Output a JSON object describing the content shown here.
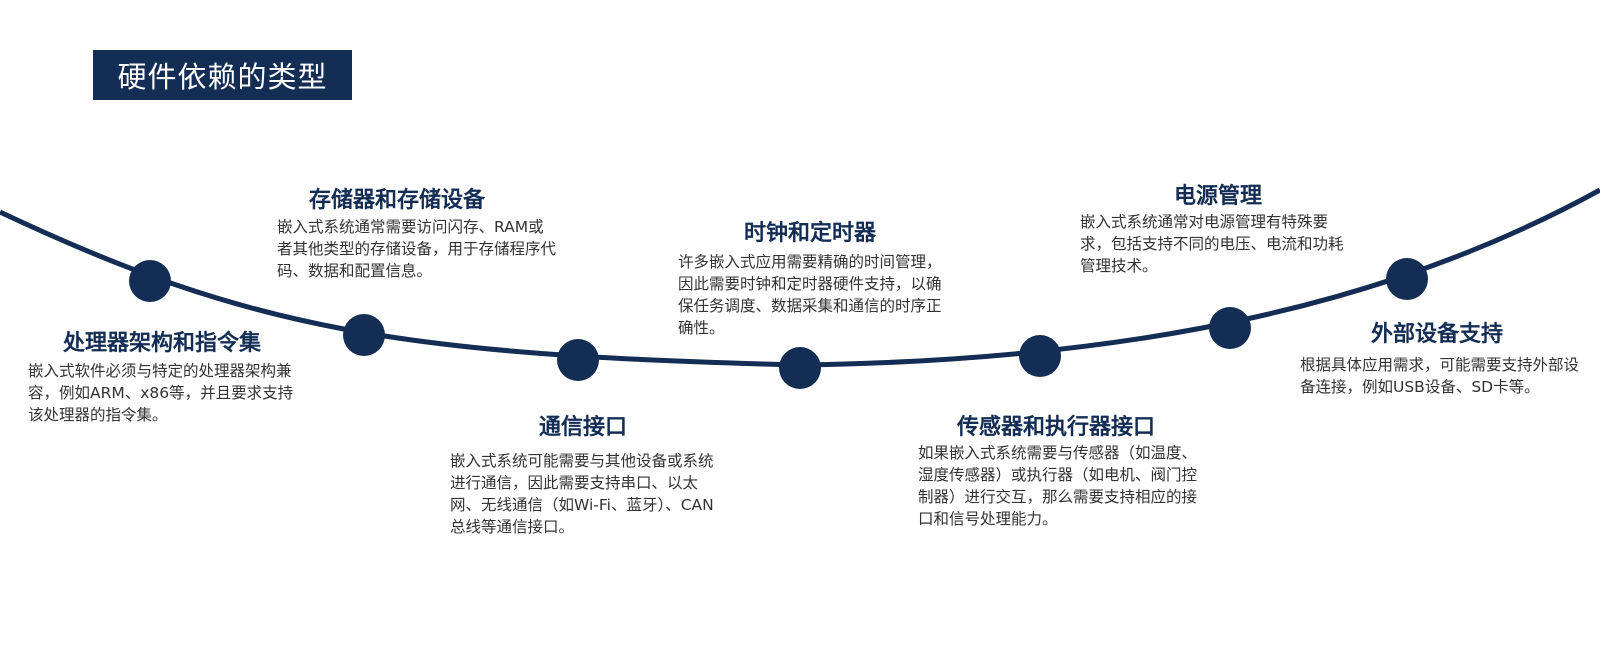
{
  "title": "硬件依赖的类型",
  "colors": {
    "primary": "#132d55",
    "text": "#333333"
  },
  "items": [
    {
      "heading": "处理器架构和指令集",
      "desc": "嵌入式软件必须与特定的处理器架构兼容，例如ARM、x86等，并且要求支持该处理器的指令集。"
    },
    {
      "heading": "存储器和存储设备",
      "desc": "嵌入式系统通常需要访问闪存、RAM或者其他类型的存储设备，用于存储程序代码、数据和配置信息。"
    },
    {
      "heading": "通信接口",
      "desc": "嵌入式系统可能需要与其他设备或系统进行通信，因此需要支持串口、以太网、无线通信（如Wi-Fi、蓝牙）、CAN总线等通信接口。"
    },
    {
      "heading": "时钟和定时器",
      "desc": "许多嵌入式应用需要精确的时间管理，因此需要时钟和定时器硬件支持，以确保任务调度、数据采集和通信的时序正确性。"
    },
    {
      "heading": "传感器和执行器接口",
      "desc": "如果嵌入式系统需要与传感器（如温度、湿度传感器）或执行器（如电机、阀门控制器）进行交互，那么需要支持相应的接口和信号处理能力。"
    },
    {
      "heading": "电源管理",
      "desc": "嵌入式系统通常对电源管理有特殊要求，包括支持不同的电压、电流和功耗管理技术。"
    },
    {
      "heading": "外部设备支持",
      "desc": "根据具体应用需求，可能需要支持外部设备连接，例如USB设备、SD卡等。"
    }
  ]
}
